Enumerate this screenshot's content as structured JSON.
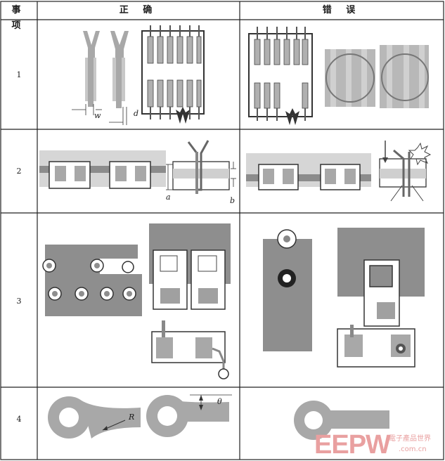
{
  "header": {
    "col_item": "事 项",
    "col_correct": "正 确",
    "col_wrong": "错 误"
  },
  "rows": [
    {
      "number": "1",
      "labels": {
        "w": "w",
        "d": "d"
      }
    },
    {
      "number": "2",
      "labels": {
        "a": "a",
        "b": "b"
      }
    },
    {
      "number": "3"
    },
    {
      "number": "4",
      "labels": {
        "R": "R",
        "theta": "θ"
      }
    }
  ],
  "watermark": {
    "logo": "EEPW",
    "tagline": "電子產品世界",
    "url": ".com.cn"
  },
  "colors": {
    "copper": "#a8a8a8",
    "dark_fill": "#8a8a8a",
    "outline": "#333333",
    "watermark": "#e9a0a0"
  }
}
